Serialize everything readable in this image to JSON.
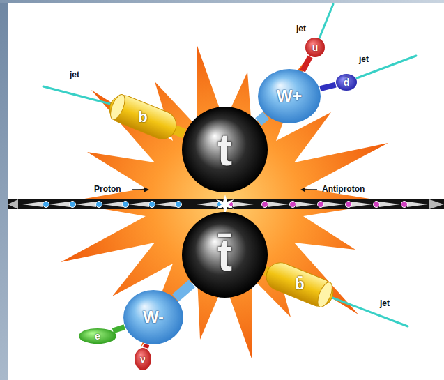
{
  "diagram": {
    "nodes": [
      {
        "text": [
          "t"
        ]
      },
      {
        "text": [
          "b"
        ]
      },
      {
        "text": [
          "W+"
        ]
      },
      {
        "text": [
          "u"
        ]
      },
      {
        "text": [
          "d̄"
        ]
      },
      {
        "text": [
          "t̄"
        ]
      },
      {
        "text": [
          "b̄"
        ]
      },
      {
        "text": [
          "W-"
        ]
      },
      {
        "text": [
          "e"
        ]
      },
      {
        "text": [
          "ν"
        ]
      }
    ],
    "edges": [
      {
        "from": 0,
        "to": 1,
        "arrow": "none"
      },
      {
        "from": 0,
        "to": 2,
        "arrow": "none"
      },
      {
        "from": 2,
        "to": 3,
        "arrow": "none"
      },
      {
        "from": 2,
        "to": 4,
        "arrow": "none"
      },
      {
        "from": 5,
        "to": 6,
        "arrow": "none"
      },
      {
        "from": 5,
        "to": 7,
        "arrow": "none"
      },
      {
        "from": 7,
        "to": 8,
        "arrow": "none"
      },
      {
        "from": 7,
        "to": 9,
        "arrow": "none"
      }
    ],
    "labels": [
      "jet",
      "jet",
      "jet",
      "Proton",
      "Antiproton",
      "jet"
    ]
  }
}
